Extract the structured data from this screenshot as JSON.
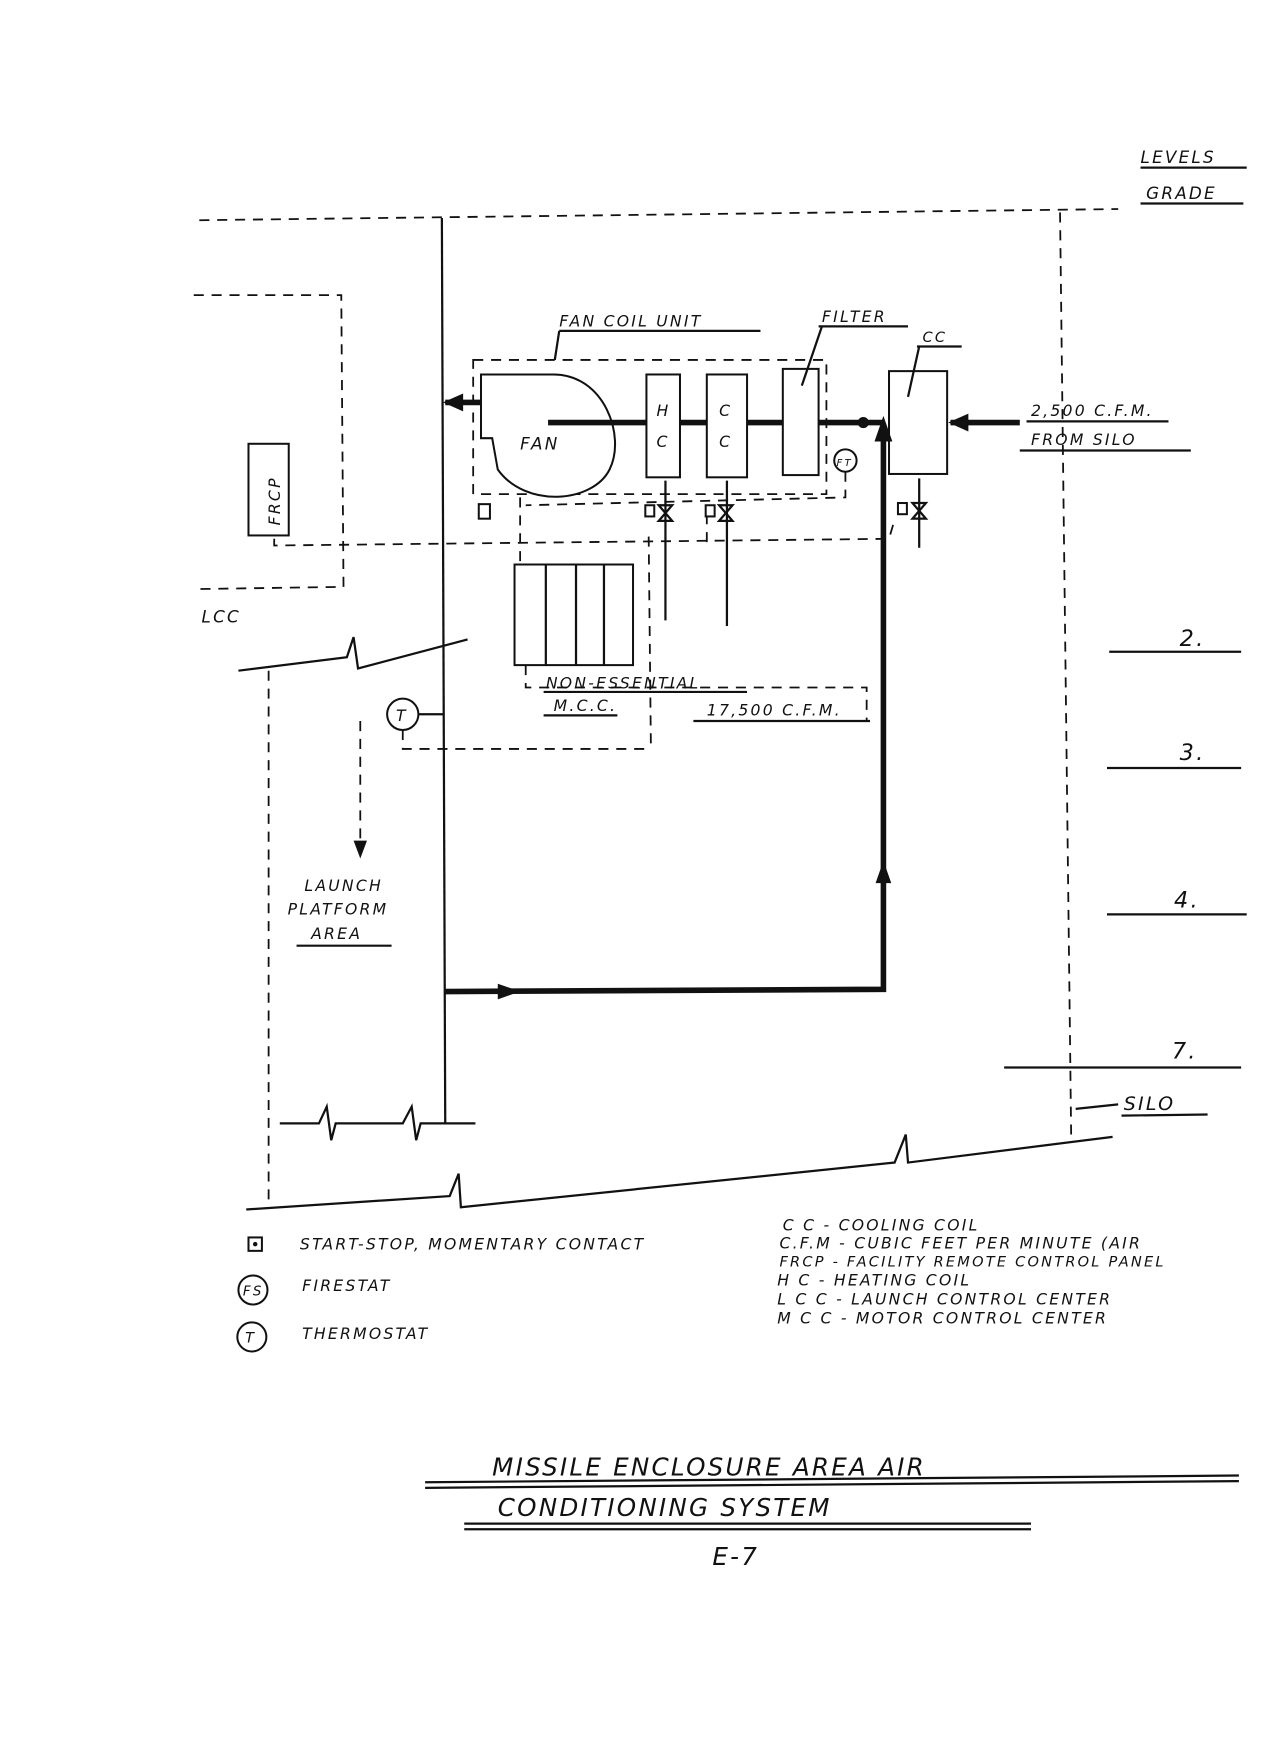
{
  "levels": {
    "header": "LEVELS",
    "grade": "GRADE",
    "markers": [
      "2.",
      "3.",
      "4.",
      "7."
    ],
    "silo": "SILO"
  },
  "components": {
    "fan_coil_unit": "FAN COIL UNIT",
    "filter": "FILTER",
    "cc_label": "CC",
    "fan": "FAN",
    "hc_h": "H",
    "hc_c": "C",
    "cc_c1": "C",
    "cc_c2": "C",
    "ft": "FT",
    "frcp": "FRCP",
    "lcc": "LCC",
    "mcc_line1": "NON-ESSENTIAL",
    "mcc_line2": "M.C.C.",
    "thermostat": "T",
    "launch_area": [
      "LAUNCH",
      "PLATFORM",
      "AREA"
    ]
  },
  "flows": {
    "silo_cfm": "2,500 C.F.M.",
    "from_silo": "FROM SILO",
    "return_cfm": "17,500 C.F.M."
  },
  "symbol_legend": [
    {
      "symbol": "",
      "label": "START-STOP, MOMENTARY CONTACT"
    },
    {
      "symbol": "FS",
      "label": "FIRESTAT"
    },
    {
      "symbol": "T",
      "label": "THERMOSTAT"
    }
  ],
  "abbreviations": [
    "C C - COOLING COIL",
    "C.F.M - CUBIC FEET PER MINUTE (AIR",
    "FRCP - FACILITY REMOTE CONTROL PANEL",
    "H C - HEATING COIL",
    "L C C - LAUNCH CONTROL CENTER",
    "M C C - MOTOR CONTROL CENTER"
  ],
  "title": {
    "line1": "MISSILE ENCLOSURE AREA AIR",
    "line2": "CONDITIONING SYSTEM",
    "figure": "E-7"
  }
}
